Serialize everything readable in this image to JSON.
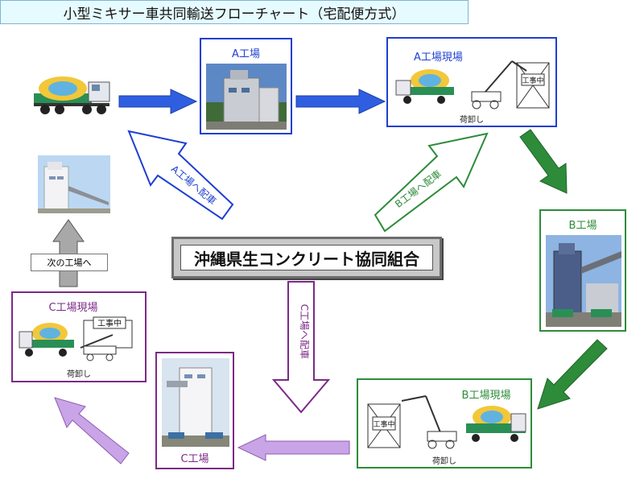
{
  "title": "小型ミキサー車共同輸送フローチャート（宅配便方式）",
  "center_label": "沖縄県生コンクリート協同組合",
  "nodes": {
    "plant_a": {
      "label": "A工場"
    },
    "site_a": {
      "label": "A工場現場",
      "sub": "荷卸し"
    },
    "plant_b": {
      "label": "B工場"
    },
    "site_b": {
      "label": "B工場現場",
      "sub": "荷卸し"
    },
    "plant_c": {
      "label": "C工場"
    },
    "site_c": {
      "label": "C工場現場",
      "sub": "荷卸し"
    }
  },
  "arrows": {
    "to_a": "A工場へ配車",
    "to_b": "B工場へ配車",
    "to_c": "C工場へ配車",
    "next": "次の工場へ"
  },
  "sign_text": "工事中",
  "colors": {
    "blue": "#1f3fd0",
    "green": "#2e8b3a",
    "purple": "#7b2a86",
    "lavender": "#c9a4e6",
    "gray": "#a0a0a0"
  }
}
